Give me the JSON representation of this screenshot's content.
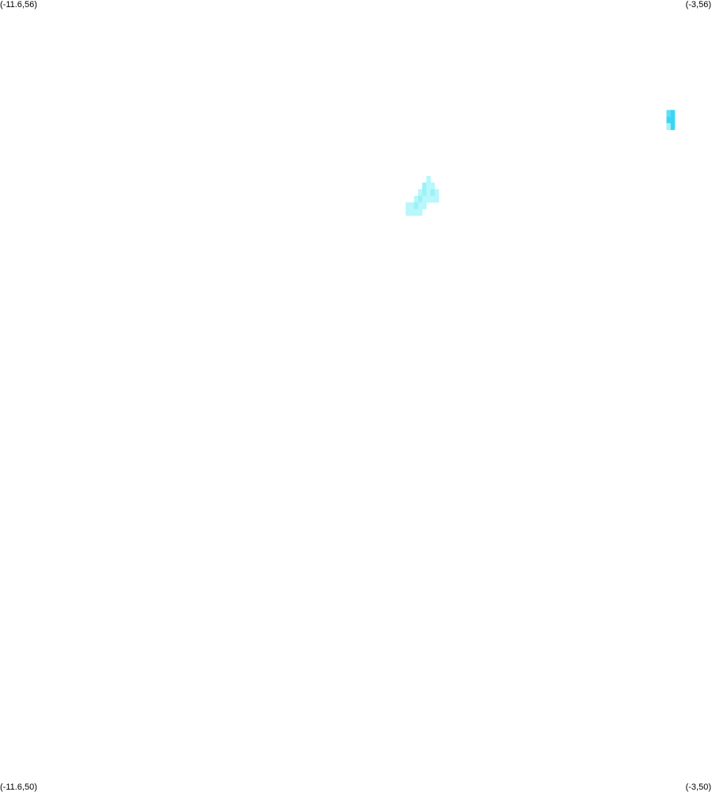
{
  "map": {
    "corners": {
      "top_left": "(-11.6,56)",
      "top_right": "(-3,56)",
      "bottom_left": "(-11.6,50)",
      "bottom_right": "(-3,50)"
    },
    "extent": {
      "lon_min": -11.6,
      "lon_max": -3,
      "lat_min": 50,
      "lat_max": 56
    },
    "background_color": "#ffffff",
    "cell_size_deg": 0.05,
    "cells": [
      {
        "lon": -3.525,
        "lat": 55.092,
        "color": "#3cd6f5"
      },
      {
        "lon": -3.475,
        "lat": 55.092,
        "color": "#3cd6f5"
      },
      {
        "lon": -3.525,
        "lat": 55.142,
        "color": "#5ee0f8"
      },
      {
        "lon": -3.475,
        "lat": 55.142,
        "color": "#3cd6f5"
      },
      {
        "lon": -3.525,
        "lat": 55.042,
        "color": "#a8f2fb"
      },
      {
        "lon": -3.475,
        "lat": 55.042,
        "color": "#3cd6f5"
      },
      {
        "lon": -6.425,
        "lat": 54.642,
        "color": "#b8f7fb"
      },
      {
        "lon": -6.475,
        "lat": 54.592,
        "color": "#9cf1f8"
      },
      {
        "lon": -6.425,
        "lat": 54.592,
        "color": "#b8f7fb"
      },
      {
        "lon": -6.375,
        "lat": 54.592,
        "color": "#b8f7fb"
      },
      {
        "lon": -6.525,
        "lat": 54.542,
        "color": "#b8f7fb"
      },
      {
        "lon": -6.475,
        "lat": 54.542,
        "color": "#9cf1f8"
      },
      {
        "lon": -6.425,
        "lat": 54.542,
        "color": "#b8f7fb"
      },
      {
        "lon": -6.375,
        "lat": 54.542,
        "color": "#9cf1f8"
      },
      {
        "lon": -6.325,
        "lat": 54.542,
        "color": "#b8f7fb"
      },
      {
        "lon": -6.575,
        "lat": 54.492,
        "color": "#b8f7fb"
      },
      {
        "lon": -6.525,
        "lat": 54.492,
        "color": "#9cf1f8"
      },
      {
        "lon": -6.475,
        "lat": 54.492,
        "color": "#b8f7fb"
      },
      {
        "lon": -6.425,
        "lat": 54.492,
        "color": "#b8f7fb"
      },
      {
        "lon": -6.375,
        "lat": 54.492,
        "color": "#b8f7fb"
      },
      {
        "lon": -6.325,
        "lat": 54.492,
        "color": "#b8f7fb"
      },
      {
        "lon": -6.675,
        "lat": 54.442,
        "color": "#b8f7fb"
      },
      {
        "lon": -6.625,
        "lat": 54.442,
        "color": "#b8f7fb"
      },
      {
        "lon": -6.575,
        "lat": 54.442,
        "color": "#9cf1f8"
      },
      {
        "lon": -6.525,
        "lat": 54.442,
        "color": "#b8f7fb"
      },
      {
        "lon": -6.475,
        "lat": 54.442,
        "color": "#b8f7fb"
      },
      {
        "lon": -6.675,
        "lat": 54.392,
        "color": "#b8f7fb"
      },
      {
        "lon": -6.625,
        "lat": 54.392,
        "color": "#b8f7fb"
      },
      {
        "lon": -6.575,
        "lat": 54.392,
        "color": "#b8f7fb"
      },
      {
        "lon": -6.525,
        "lat": 54.392,
        "color": "#b8f7fb"
      }
    ]
  }
}
